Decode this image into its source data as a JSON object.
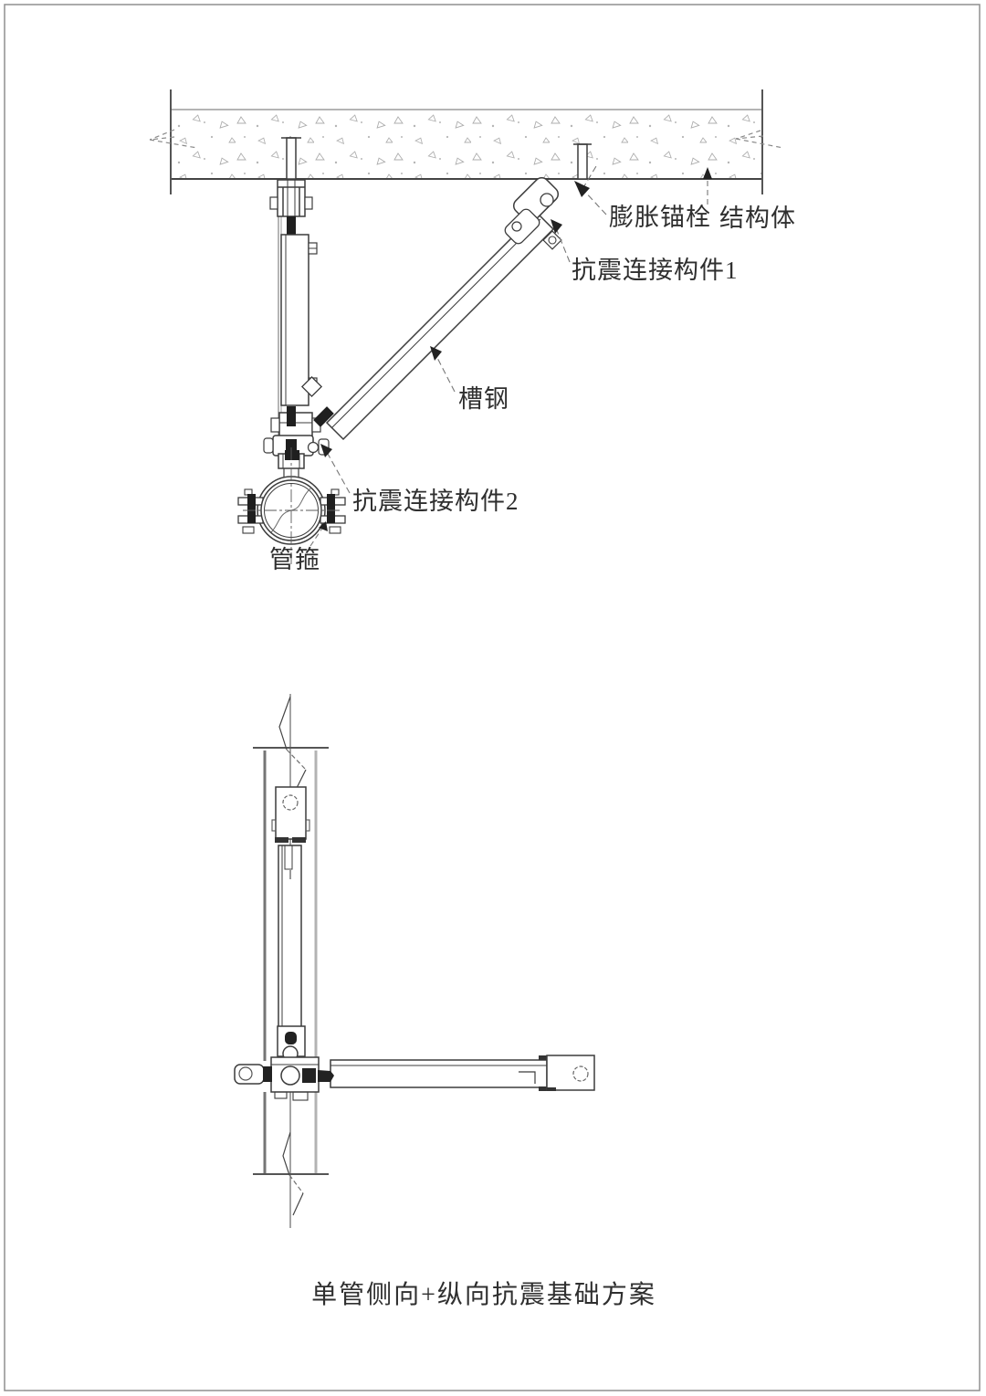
{
  "figure_top": {
    "labels": {
      "anchor": "膨胀锚栓",
      "structure": "结构体",
      "connector1": "抗震连接构件1",
      "channel_steel": "槽钢",
      "connector2": "抗震连接构件2",
      "pipe_clamp": "管箍"
    }
  },
  "caption": "单管侧向+纵向抗震基础方案",
  "colors": {
    "line": "#3c3c3c",
    "line_light": "#9b9b9b",
    "pipe_wall_dark": "#757575",
    "pipe_wall_light": "#b3b3b3",
    "fill_black": "#1f1f1f",
    "stipple": "#adadad",
    "leader": "#777777",
    "text": "#2f2f2f",
    "border": "#8f8f8f",
    "background": "#ffffff"
  }
}
